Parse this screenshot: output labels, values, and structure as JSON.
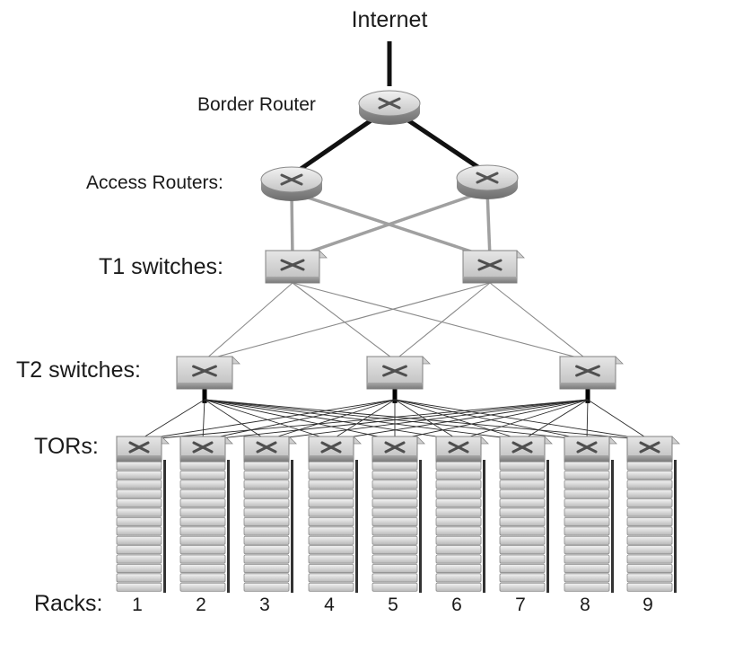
{
  "labels": {
    "internet": "Internet",
    "border_router": "Border Router",
    "access_routers": "Access Routers:",
    "t1_switches": "T1 switches:",
    "t2_switches": "T2 switches:",
    "tors": "TORs:",
    "racks": "Racks:"
  },
  "racks": [
    "1",
    "2",
    "3",
    "4",
    "5",
    "6",
    "7",
    "8",
    "9"
  ],
  "colors": {
    "router_fill": "#c8c8c8",
    "switch_fill": "#b9b9b9",
    "link_core": "#111111",
    "link_access": "#a0a0a0",
    "link_fabric": "#8a8a8a",
    "server_fill": "#d6d6d6"
  },
  "topology": {
    "access_to_border": "all",
    "t1_to_access": "all",
    "t2_to_t1": "all",
    "tor_to_t2": "all"
  }
}
